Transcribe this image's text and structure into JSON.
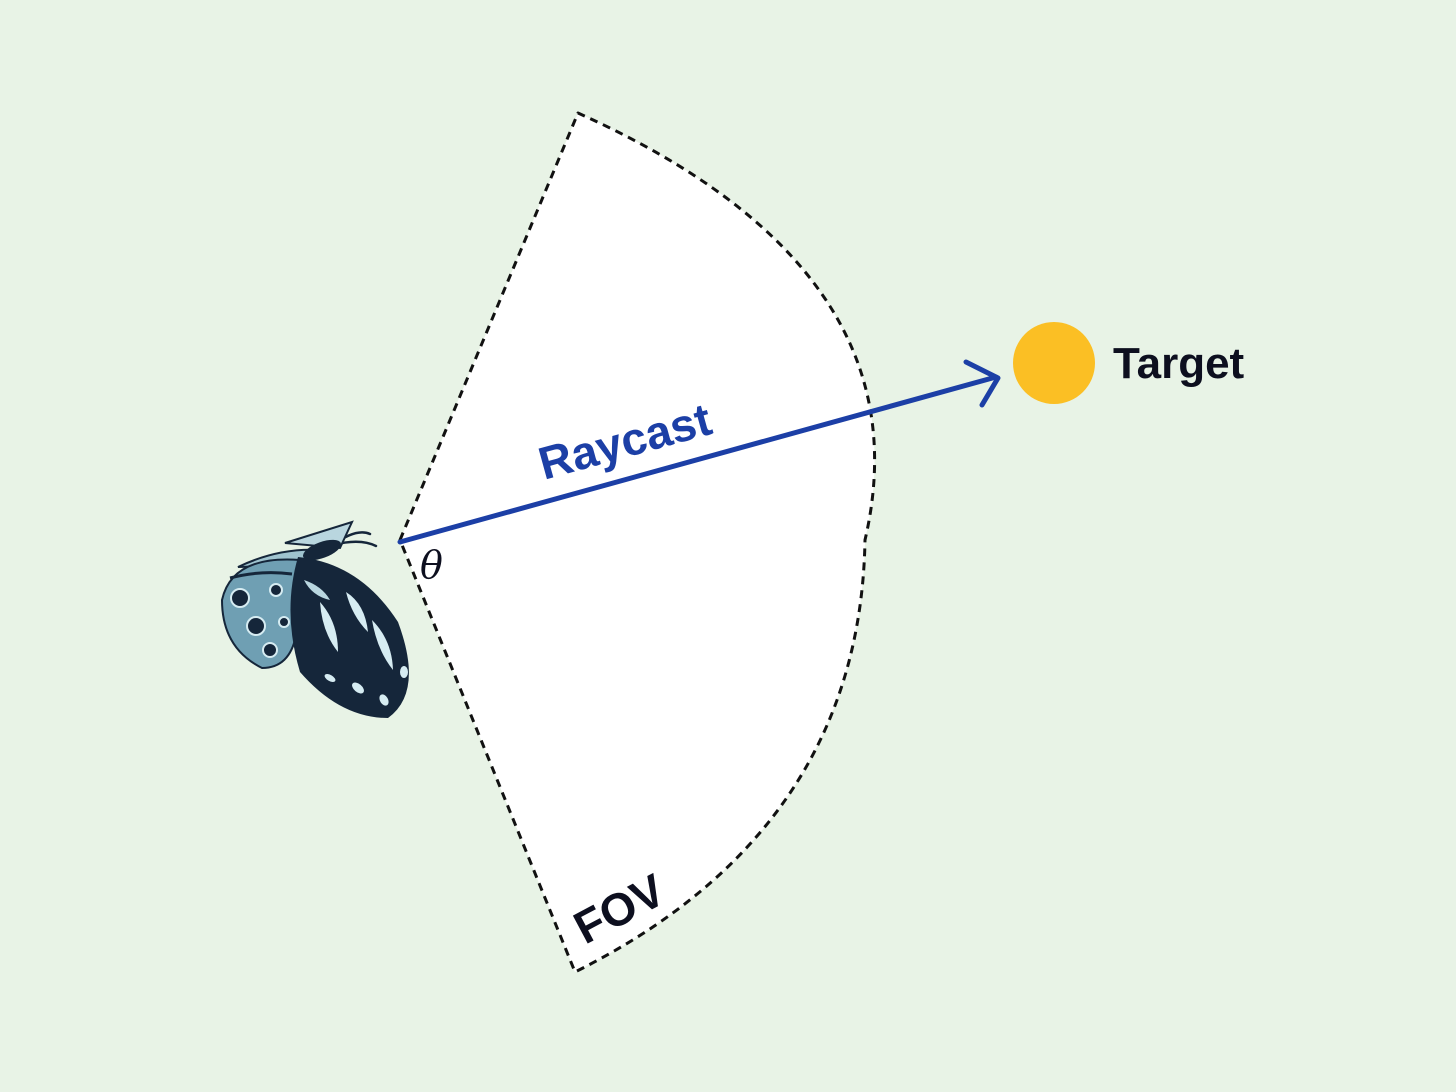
{
  "diagram": {
    "raycast_label": "Raycast",
    "target_label": "Target",
    "angle_label": "θ",
    "fov_label": "FOV"
  },
  "icons": {
    "agent": "butterfly-icon",
    "target": "circle-icon",
    "arrowhead": "arrowhead-icon"
  },
  "colors": {
    "background": "#e8f3e6",
    "fov_fill": "#ffffff",
    "fov_outline": "#111111",
    "raycast": "#1c3fa6",
    "target": "#fbbf24",
    "text_dark": "#0d0f1f",
    "butterfly_dark": "#15263a",
    "butterfly_mid": "#6f9fb3",
    "butterfly_light": "#d6ecf2"
  }
}
